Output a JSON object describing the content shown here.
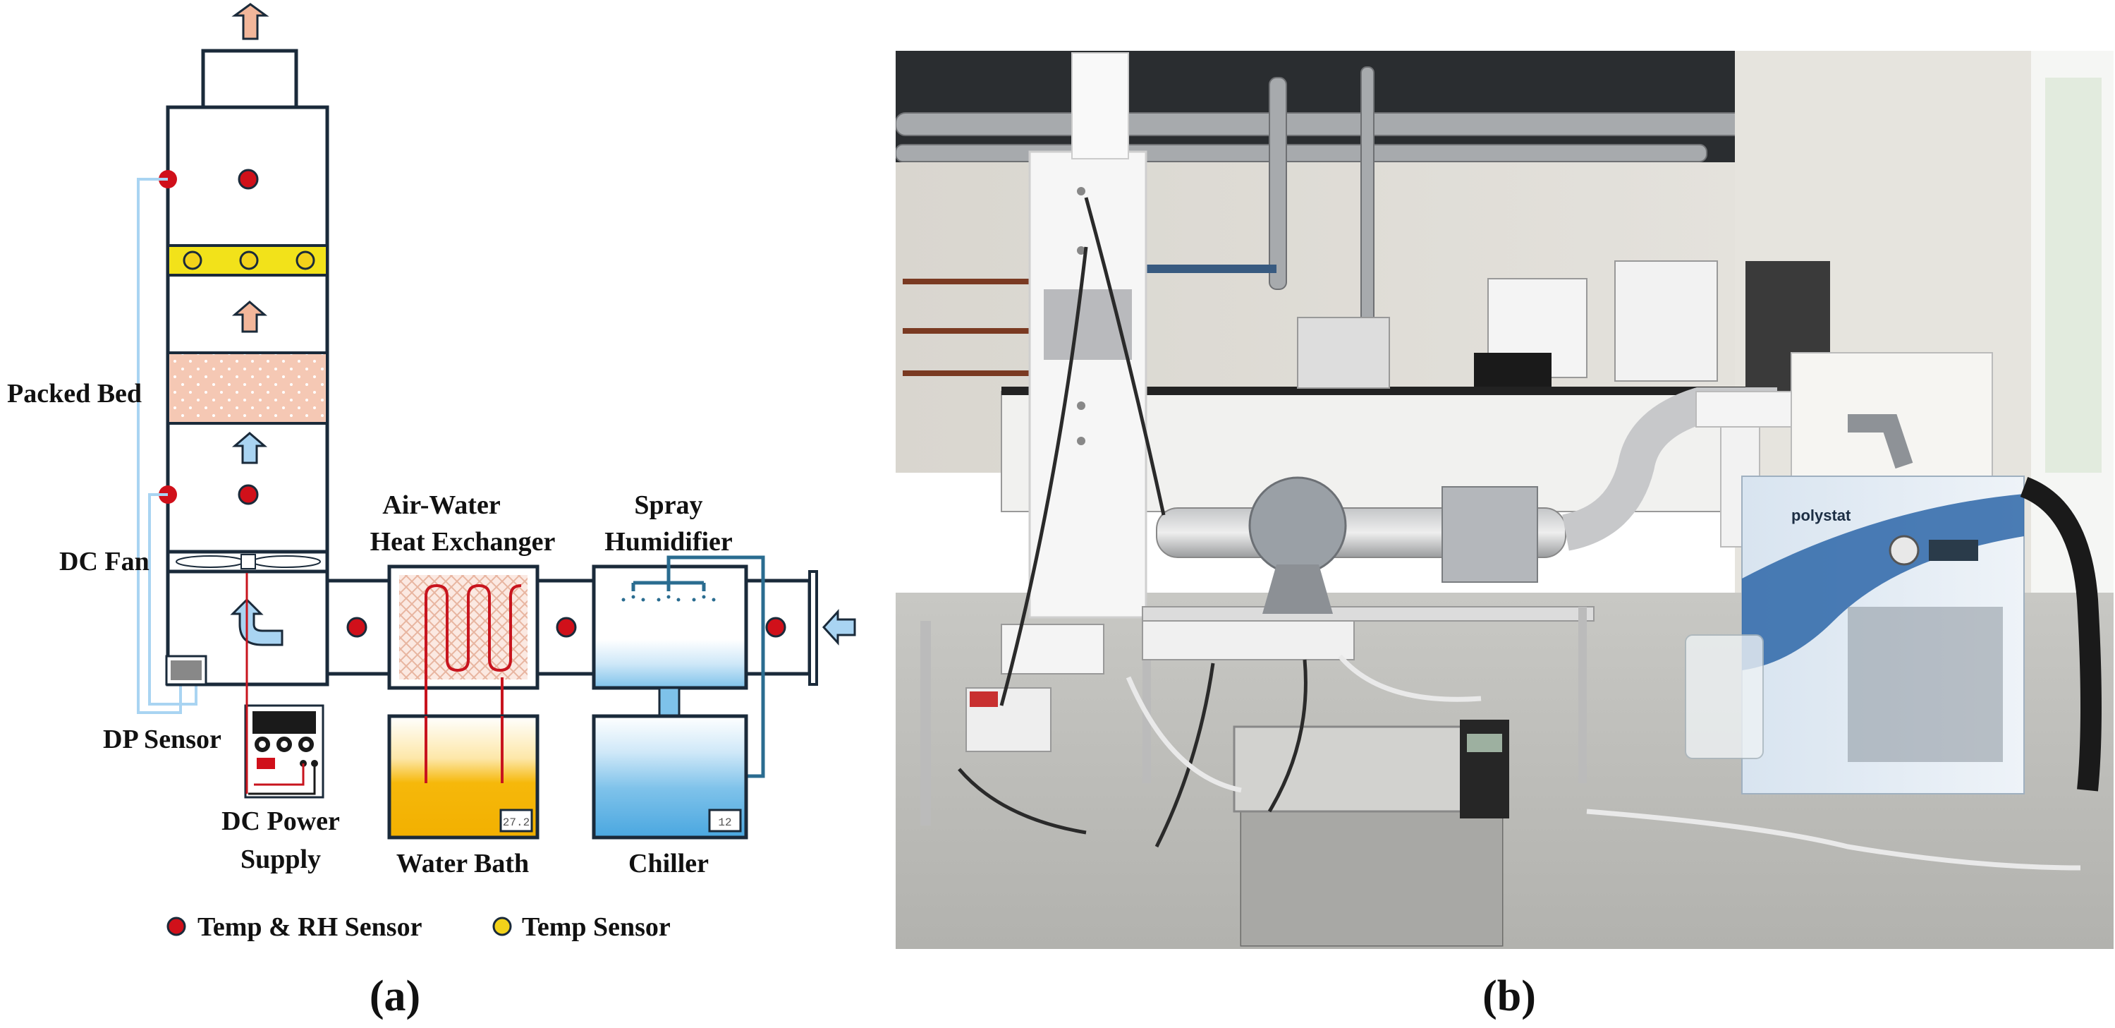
{
  "panel_a": {
    "labels": {
      "packed_bed": "Packed Bed",
      "dc_fan": "DC Fan",
      "air_water_hx_line1": "Air-Water",
      "air_water_hx_line2": "Heat Exchanger",
      "spray_line1": "Spray",
      "spray_line2": "Humidifier",
      "dp_sensor": "DP Sensor",
      "dc_power_line1": "DC Power",
      "dc_power_line2": "Supply",
      "water_bath": "Water Bath",
      "chiller": "Chiller",
      "water_bath_display": "27.2",
      "chiller_display": "12"
    },
    "legend": {
      "temp_rh": "Temp & RH Sensor",
      "temp": "Temp Sensor"
    },
    "caption": "(a)"
  },
  "panel_b": {
    "photo_labels": {
      "brand": "polystat"
    },
    "caption": "(b)"
  },
  "colors": {
    "outline": "#1a2a3a",
    "sensor_red": "#d0101a",
    "sensor_yellow": "#f2d21a",
    "packed_bed": "#f5c8b4",
    "water_bath": "#f6b80a",
    "chiller_water": "#7ec2ea",
    "pipe_blue": "#2a6c90",
    "wire_red": "#c8141e",
    "arrow_peach": "#f2b69a",
    "arrow_blue": "#a9d4f2"
  }
}
